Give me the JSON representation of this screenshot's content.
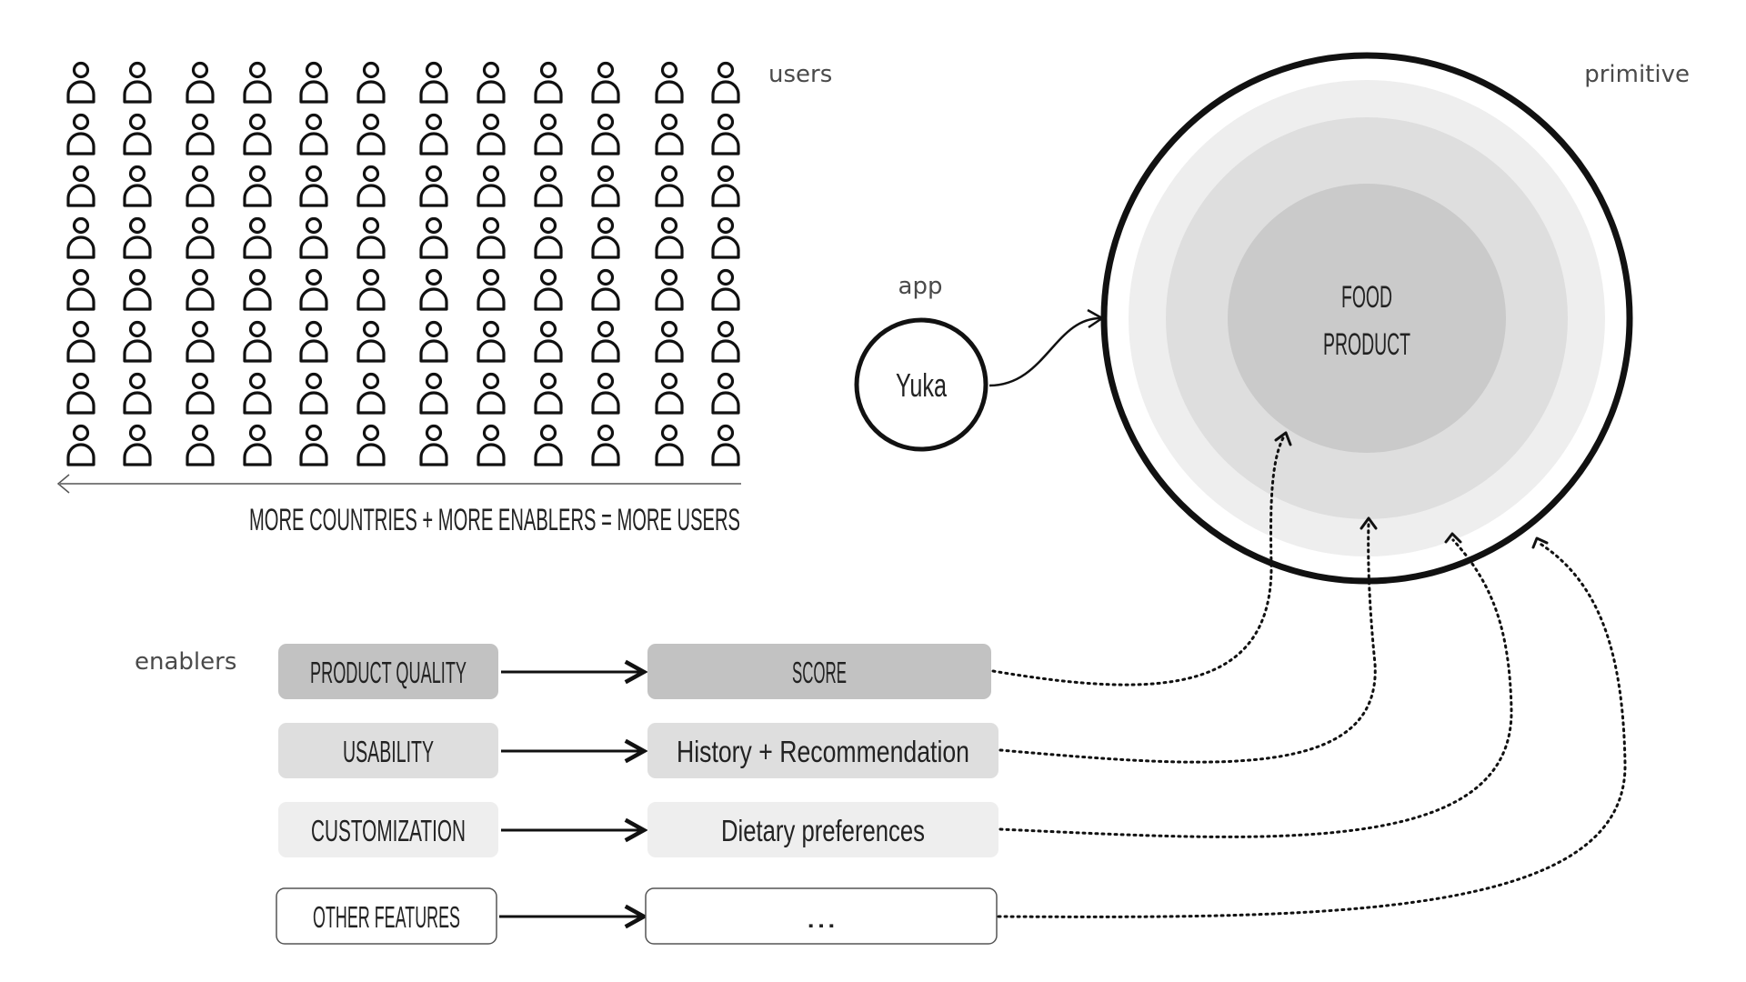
{
  "labels": {
    "users": "users",
    "primitive": "primitive",
    "app": "app",
    "enablers": "enablers",
    "growth": "MORE COUNTRIES + MORE ENABLERS = MORE USERS"
  },
  "app_node": {
    "name": "Yuka"
  },
  "core": {
    "line1": "FOOD",
    "line2": "PRODUCT"
  },
  "users_grid": {
    "rows": 8,
    "columns": 12,
    "icon": "person-icon"
  },
  "enablers": [
    {
      "name": "PRODUCT QUALITY",
      "feature": "SCORE",
      "fill": "#c2c2c2",
      "feature_fill": "#c2c2c2",
      "outline": false
    },
    {
      "name": "USABILITY",
      "feature": "History + Recommendation",
      "fill": "#dedede",
      "feature_fill": "#dedede",
      "outline": false
    },
    {
      "name": "CUSTOMIZATION",
      "feature": "Dietary preferences",
      "fill": "#eeeeee",
      "feature_fill": "#eeeeee",
      "outline": false
    },
    {
      "name": "OTHER FEATURES",
      "feature": "...",
      "fill": "#ffffff",
      "feature_fill": "#ffffff",
      "outline": true
    }
  ],
  "rings": [
    "#ffffff",
    "#eeeeee",
    "#dedede",
    "#cacaca"
  ],
  "colors": {
    "stroke": "#111111",
    "text": "#222222",
    "muted_text": "#4a4a4a"
  }
}
